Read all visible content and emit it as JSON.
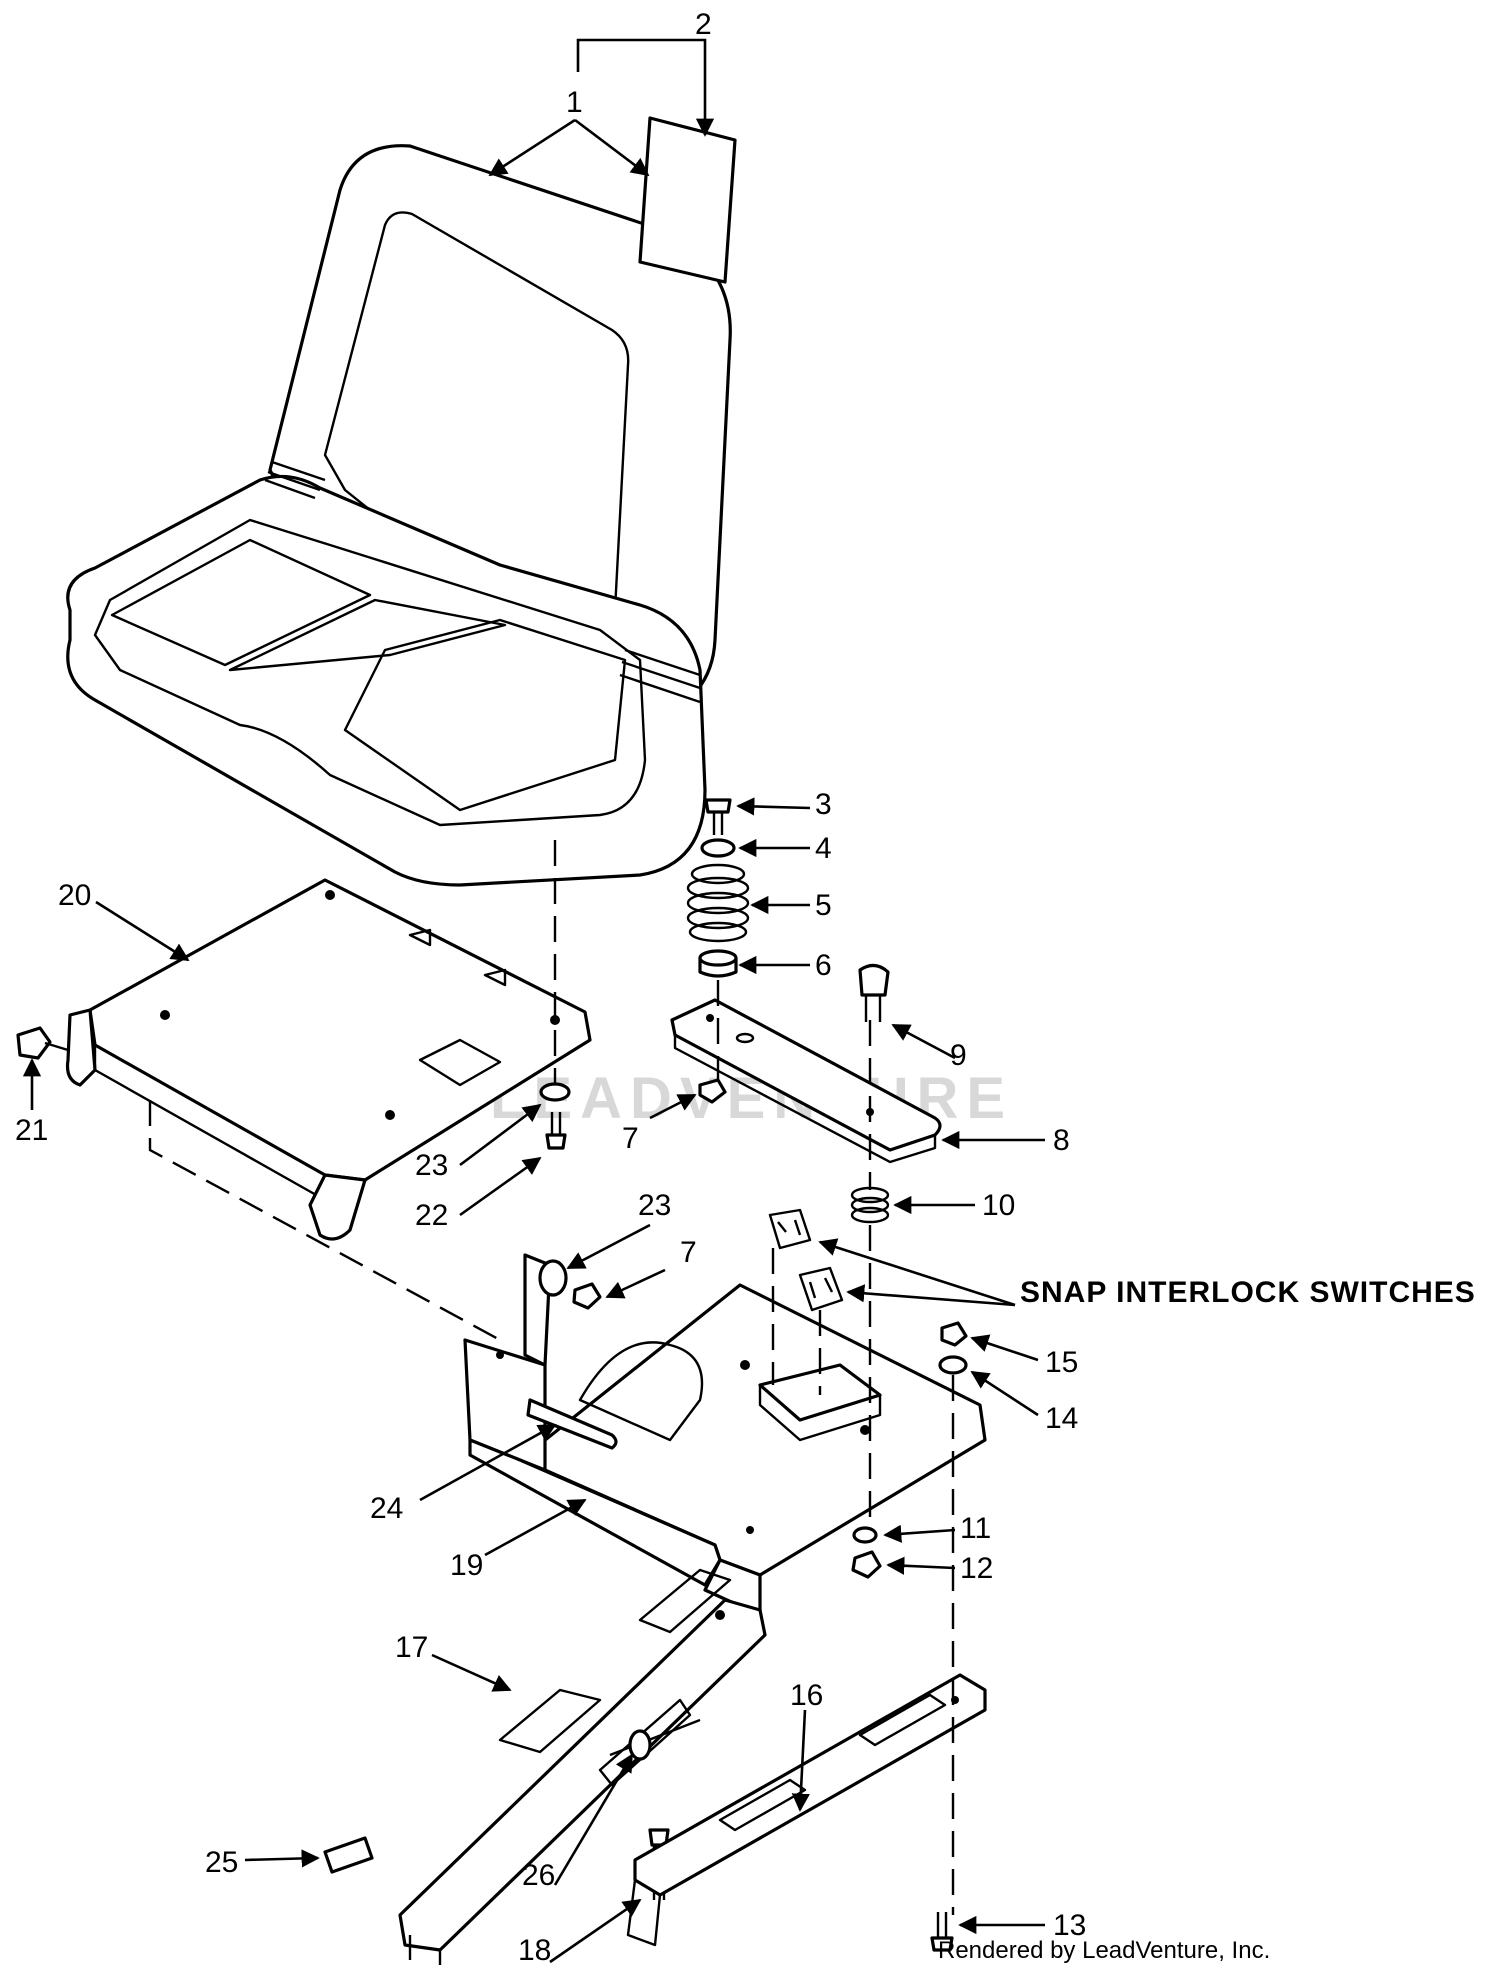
{
  "callouts": {
    "c1": "1",
    "c2": "2",
    "c3": "3",
    "c4": "4",
    "c5": "5",
    "c6": "6",
    "c7a": "7",
    "c7b": "7",
    "c8": "8",
    "c9": "9",
    "c10": "10",
    "c11": "11",
    "c12": "12",
    "c13": "13",
    "c14": "14",
    "c15": "15",
    "c16": "16",
    "c17": "17",
    "c18": "18",
    "c19": "19",
    "c20": "20",
    "c21": "21",
    "c22": "22",
    "c23a": "23",
    "c23b": "23",
    "c24": "24",
    "c25": "25",
    "c26": "26"
  },
  "labels": {
    "snap_switches": "SNAP INTERLOCK SWITCHES"
  },
  "watermark": "LEADVENTURE",
  "credit": "Rendered by LeadVenture, Inc."
}
